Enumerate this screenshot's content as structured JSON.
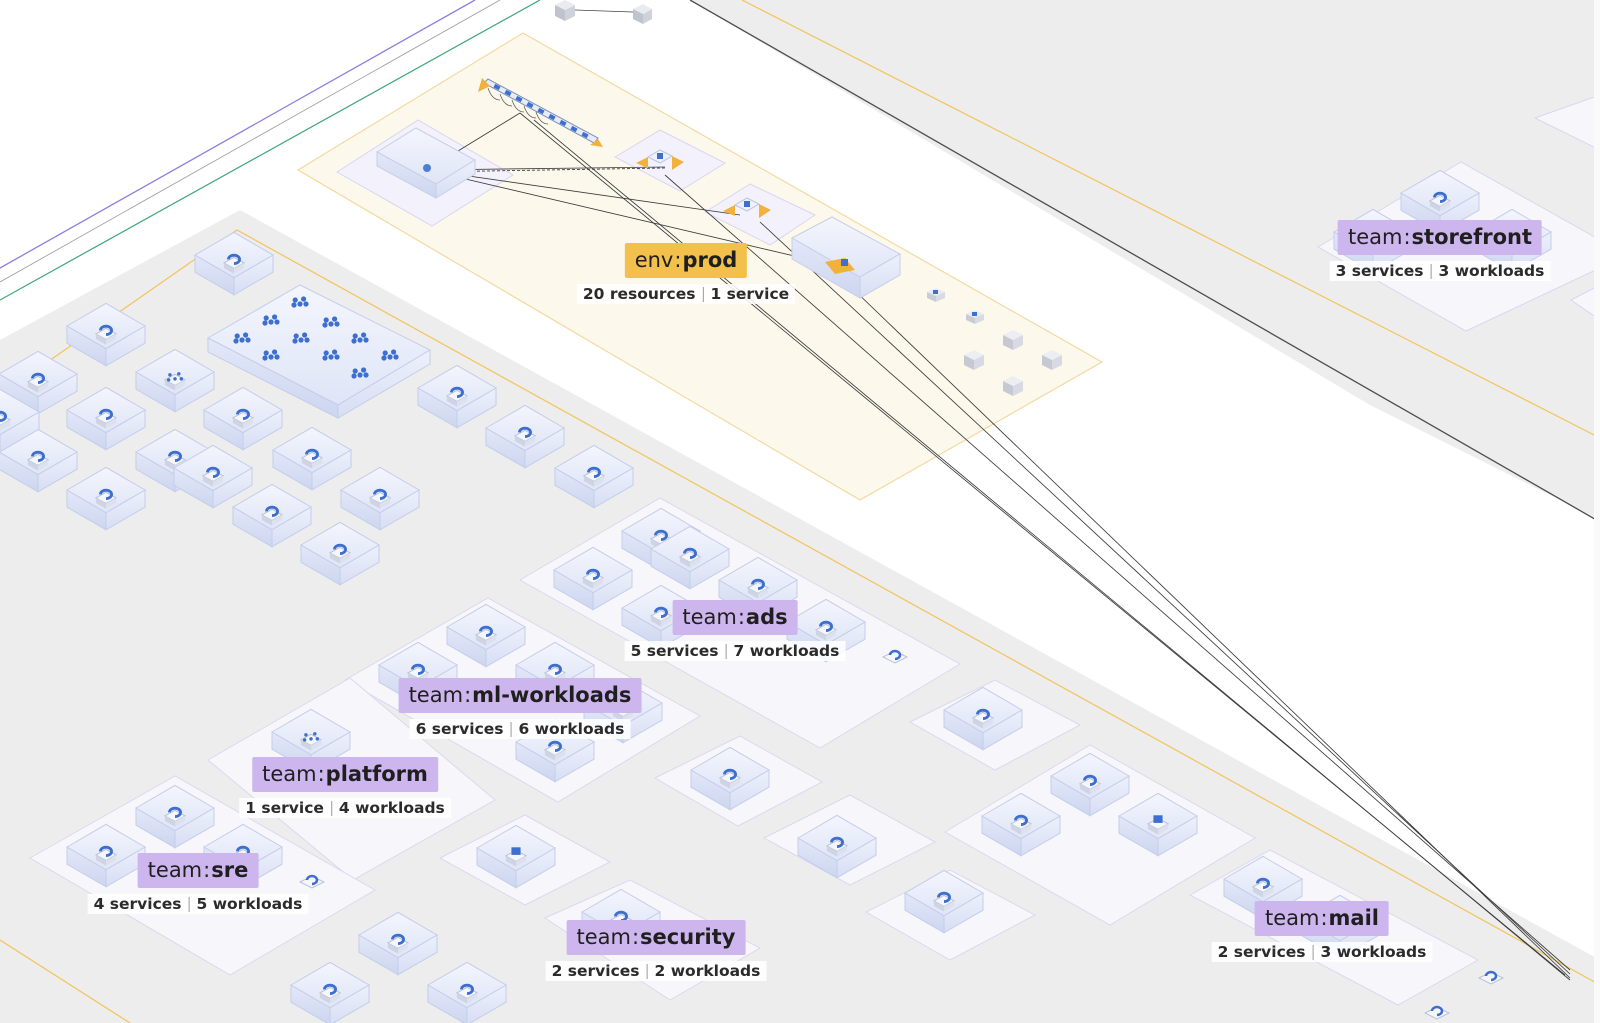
{
  "labels": [
    {
      "id": "storefront",
      "kind": "team",
      "key": "team",
      "sep": ":",
      "value": "storefront",
      "stat1": "3 services",
      "stat2": "3 workloads"
    },
    {
      "id": "prod",
      "kind": "env",
      "key": "env",
      "sep": ":",
      "value": "prod",
      "stat1": "20 resources",
      "stat2": "1 service"
    },
    {
      "id": "ads",
      "kind": "team",
      "key": "team",
      "sep": ":",
      "value": "ads",
      "stat1": "5 services",
      "stat2": "7 workloads"
    },
    {
      "id": "ml-workloads",
      "kind": "team",
      "key": "team",
      "sep": ":",
      "value": "ml-workloads",
      "stat1": "6 services",
      "stat2": "6 workloads"
    },
    {
      "id": "platform",
      "kind": "team",
      "key": "team",
      "sep": ":",
      "value": "platform",
      "stat1": "1 service",
      "stat2": "4 workloads"
    },
    {
      "id": "sre",
      "kind": "team",
      "key": "team",
      "sep": ":",
      "value": "sre",
      "stat1": "4 services",
      "stat2": "5 workloads"
    },
    {
      "id": "security",
      "kind": "team",
      "key": "team",
      "sep": ":",
      "value": "security",
      "stat1": "2 services",
      "stat2": "2 workloads"
    },
    {
      "id": "mail",
      "kind": "team",
      "key": "team",
      "sep": ":",
      "value": "mail",
      "stat1": "2 services",
      "stat2": "3 workloads"
    }
  ],
  "icons": {
    "service": "service-refresh-icon",
    "pod": "pod-cluster-icon",
    "ingress": "ingress-arrows-icon",
    "resource": "resource-cube-icon"
  },
  "colors": {
    "team_label": "#cdb6ee",
    "env_label": "#f3c14b",
    "region_fill": "#ededed",
    "region_border": "#f2c45a",
    "env_fill": "#fdf8ec",
    "group_fill": "#f7f7fb",
    "box_blue": "#4a7fd6"
  }
}
